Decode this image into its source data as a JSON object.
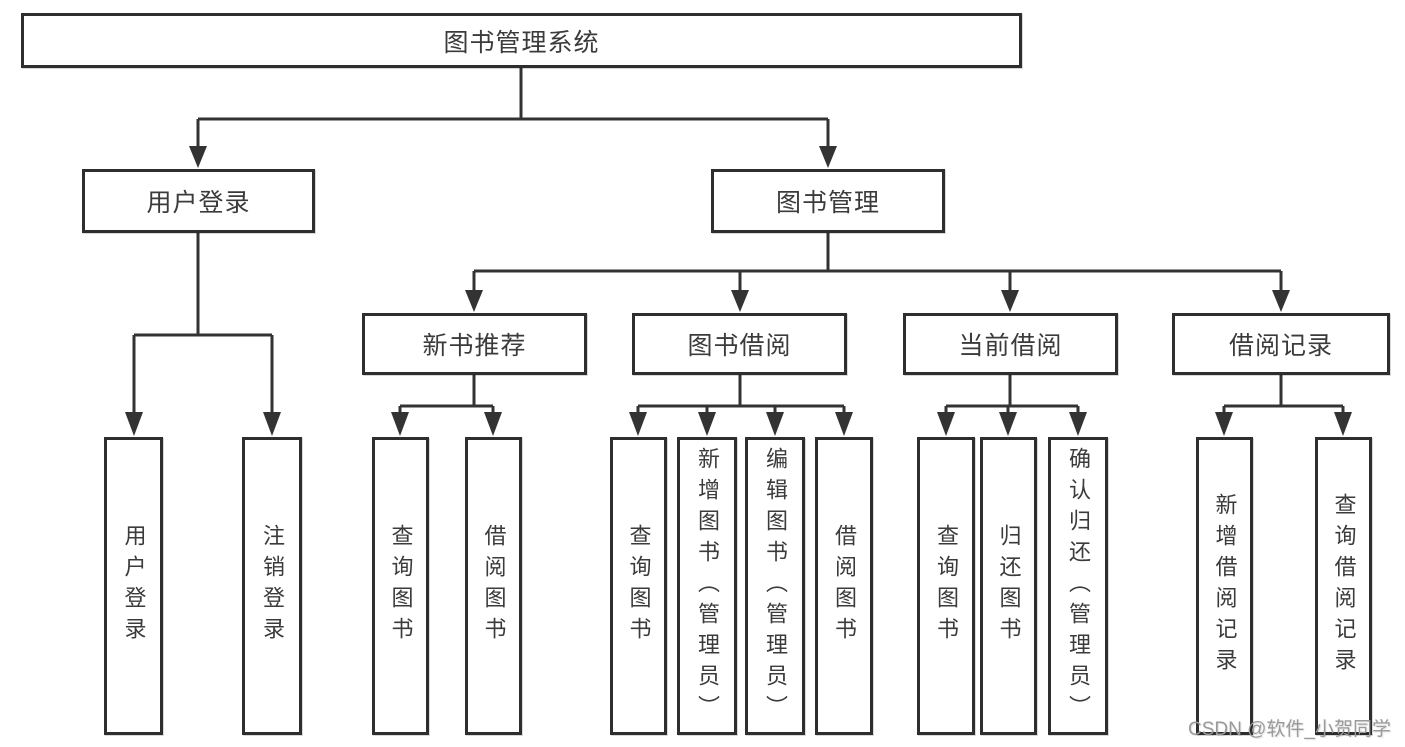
{
  "diagram": {
    "root_label": "图书管理系统",
    "level2": [
      {
        "label": "用户登录"
      },
      {
        "label": "图书管理"
      }
    ],
    "level3": [
      {
        "label": "新书推荐"
      },
      {
        "label": "图书借阅"
      },
      {
        "label": "当前借阅"
      },
      {
        "label": "借阅记录"
      }
    ],
    "leaves": {
      "user_login": [
        "用户登录",
        "注销登录"
      ],
      "new_book": [
        "查询图书",
        "借阅图书"
      ],
      "book_borrow": [
        "查询图书",
        "新增图书（管理员）",
        "编辑图书（管理员）",
        "借阅图书"
      ],
      "current_borrow": [
        "查询图书",
        "归还图书",
        "确认归还（管理员）"
      ],
      "borrow_record": [
        "新增借阅记录",
        "查询借阅记录"
      ]
    },
    "line_color": "#333333"
  },
  "watermark": {
    "text": "CSDN @软件_小贺同学"
  }
}
